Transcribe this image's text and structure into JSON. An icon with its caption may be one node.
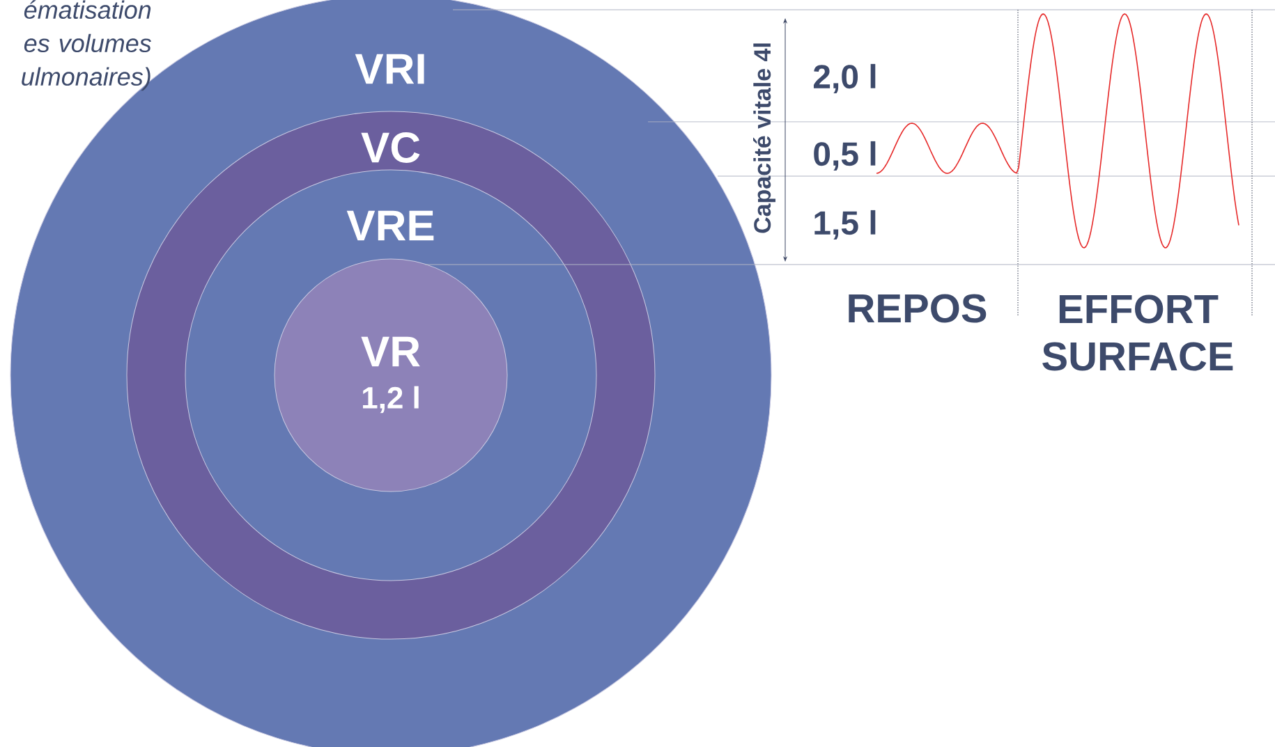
{
  "diagram": {
    "nodes": [
      {
        "text": [
          "VRI"
        ]
      },
      {
        "text": [
          "VC"
        ],
        "in": 0
      },
      {
        "text": [
          "VRE"
        ],
        "in": 1
      },
      {
        "text": [
          "VR",
          "1,2 l"
        ],
        "in": 2
      }
    ],
    "labels": [
      "ématisation es volumes ulmonaires)",
      "Capacité vitale 4l",
      "2,0 l",
      "0,5 l",
      "1,5 l",
      "REPOS",
      "EFFORT SURFACE"
    ]
  }
}
